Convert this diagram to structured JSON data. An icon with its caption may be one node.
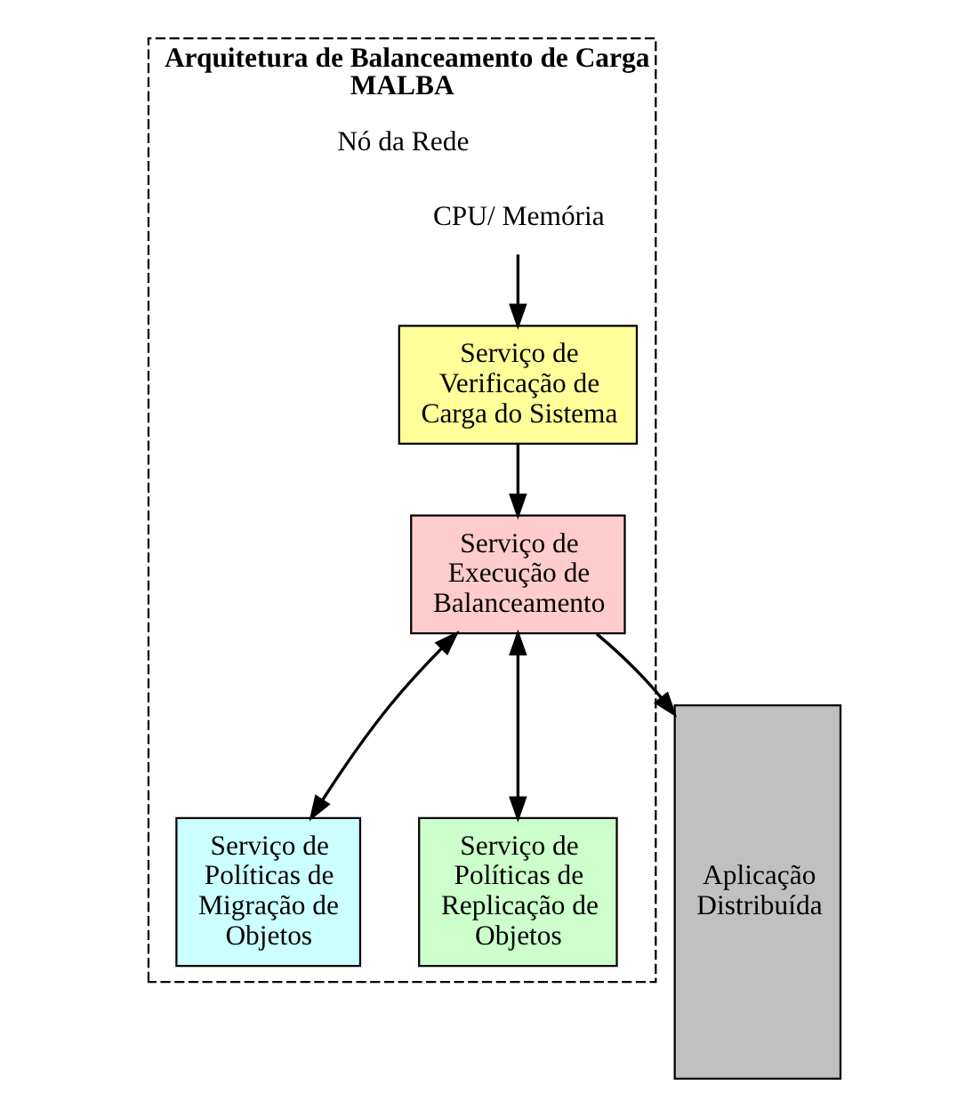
{
  "diagram": {
    "nodes": [
      {
        "text": [
          "Arquitetura de Balanceamento de Carga MALBA",
          "Nó da Rede"
        ]
      },
      {
        "text": [
          "CPU/ Memória"
        ],
        "in": 0
      },
      {
        "text": [
          "Serviço de Verificação de Carga do Sistema"
        ],
        "in": 0
      },
      {
        "text": [
          "Serviço de Execução de Balanceamento"
        ],
        "in": 0
      },
      {
        "text": [
          "Serviço de Políticas de Migração de Objetos"
        ],
        "in": 0
      },
      {
        "text": [
          "Serviço de Políticas de Replicação de Objetos"
        ],
        "in": 0
      },
      {
        "text": [
          "Aplicação Distribuída"
        ]
      }
    ],
    "edges": [
      {
        "from": 1,
        "to": 2,
        "arrow": "to"
      },
      {
        "from": 2,
        "to": 3,
        "arrow": "to"
      },
      {
        "from": 3,
        "to": 4,
        "arrow": "both"
      },
      {
        "from": 3,
        "to": 5,
        "arrow": "both"
      },
      {
        "from": 3,
        "to": 6,
        "arrow": "to"
      }
    ]
  }
}
